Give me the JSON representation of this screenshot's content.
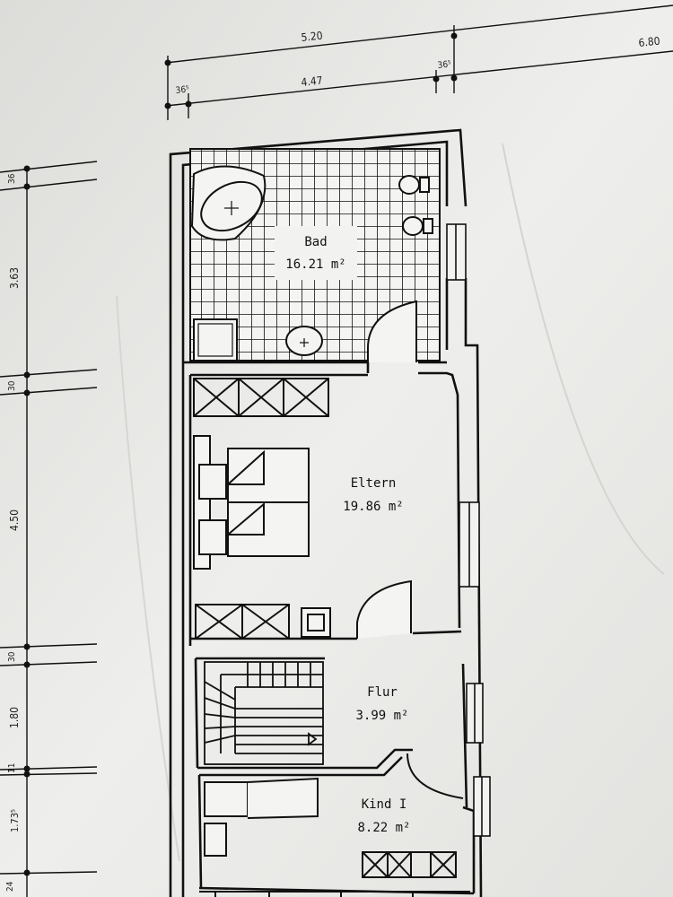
{
  "rooms": [
    {
      "name": "Bad",
      "area": "16.21 m²"
    },
    {
      "name": "Eltern",
      "area": "19.86 m²"
    },
    {
      "name": "Flur",
      "area": "3.99 m²"
    },
    {
      "name": "Kind I",
      "area": "8.22 m²"
    }
  ],
  "dimensions": {
    "top_total": "5.20",
    "top_right": "6.80",
    "top_wall_left": "36⁵",
    "top_inner": "4.47",
    "top_wall_right": "36⁵",
    "left_wall_top": "36",
    "left_bad": "3.63",
    "left_wall_2": "30",
    "left_eltern": "4.50",
    "left_wall_3": "30",
    "left_flur": "1.80",
    "left_wall_4": "11",
    "left_kind": "1.73⁵",
    "left_bottom": "24"
  }
}
